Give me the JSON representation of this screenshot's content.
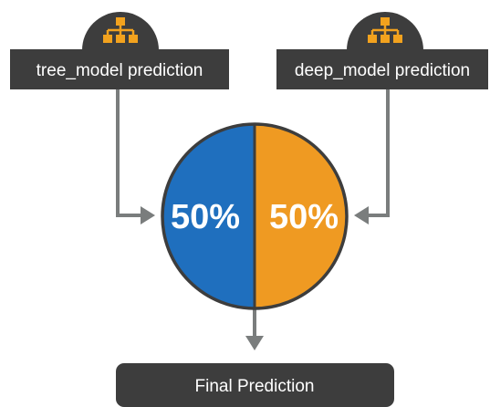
{
  "inputs": [
    {
      "label": "tree_model prediction",
      "icon": "hierarchy-icon"
    },
    {
      "label": "deep_model prediction",
      "icon": "hierarchy-icon"
    }
  ],
  "blend": {
    "left_label": "50%",
    "right_label": "50%"
  },
  "output": {
    "label": "Final Prediction"
  },
  "colors": {
    "box": "#3d3d3d",
    "icon": "#f2a21e",
    "left": "#1f6fbe",
    "right": "#ef9a22",
    "connector": "#7a7d7d"
  },
  "chart_data": {
    "type": "pie",
    "categories": [
      "tree_model prediction",
      "deep_model prediction"
    ],
    "values": [
      50,
      50
    ],
    "title": "",
    "labels": [
      "50%",
      "50%"
    ]
  }
}
